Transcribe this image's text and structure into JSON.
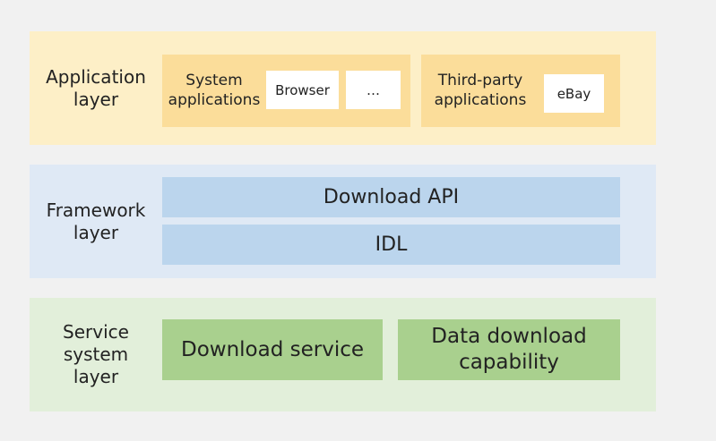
{
  "application_layer": {
    "label_line1": "Application",
    "label_line2": "layer",
    "system_group": {
      "label_line1": "System",
      "label_line2": "applications",
      "items": [
        "Browser",
        "…"
      ]
    },
    "third_party_group": {
      "label_line1": "Third-party",
      "label_line2": "applications",
      "items": [
        "eBay"
      ]
    }
  },
  "framework_layer": {
    "label_line1": "Framework",
    "label_line2": "layer",
    "components": [
      "Download API",
      "IDL"
    ]
  },
  "service_layer": {
    "label_line1": "Service",
    "label_line2": "system",
    "label_line3": "layer",
    "components": [
      {
        "line1": "Download service",
        "line2": ""
      },
      {
        "line1": "Data download",
        "line2": "capability"
      }
    ]
  },
  "colors": {
    "background": "#f1f1f1",
    "application_layer": "#fdefc7",
    "application_group": "#fbdd9a",
    "framework_layer": "#dfe9f5",
    "framework_component": "#bbd5ed",
    "service_layer": "#e2efda",
    "service_component": "#a9d08e"
  }
}
